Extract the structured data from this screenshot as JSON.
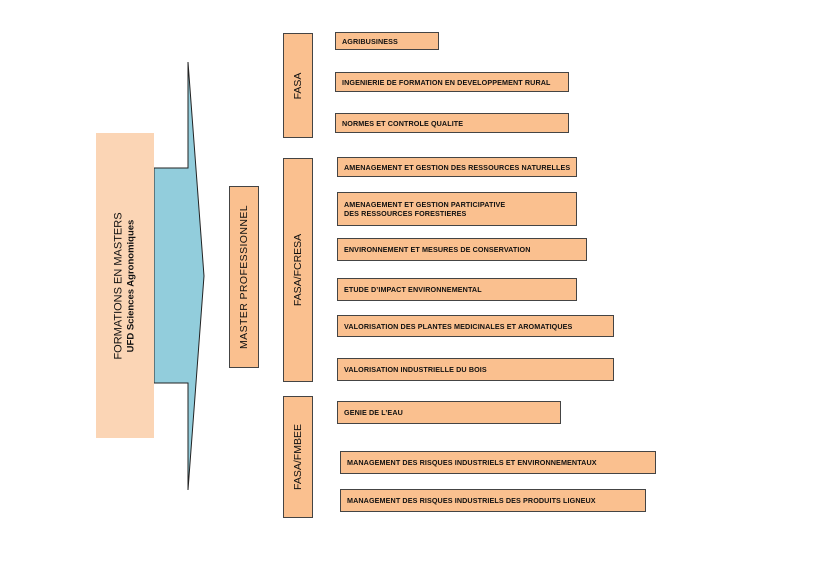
{
  "main": {
    "title": "FORMATIONS EN MASTERS",
    "subtitle": "UFD Sciences Agronomiques"
  },
  "master": {
    "label": "MASTER PROFESSIONNEL"
  },
  "groups": [
    {
      "label": "FASA",
      "items": [
        "AGRIBUSINESS",
        "INGENIERIE DE FORMATION EN DEVELOPPEMENT RURAL",
        "NORMES ET CONTROLE  QUALITE"
      ]
    },
    {
      "label": "FASA/FCRESA",
      "items": [
        "AMENAGEMENT ET GESTION DES RESSOURCES NATURELLES",
        "AMENAGEMENT ET GESTION PARTICIPATIVE  DES RESSOURCES FORESTIERES",
        "ENVIRONNEMENT ET MESURES DE CONSERVATION",
        "ETUDE D’IMPACT ENVIRONNEMENTAL",
        "VALORISATION DES PLANTES MEDICINALES ET AROMATIQUES",
        "VALORISATION INDUSTRIELLE DU BOIS"
      ]
    },
    {
      "label": "FASA/FMBEE",
      "items": [
        "GENIE DE L’EAU",
        "MANAGEMENT DES RISQUES INDUSTRIELS ET ENVIRONNEMENTAUX",
        "MANAGEMENT DES RISQUES INDUSTRIELS DES PRODUITS LIGNEUX"
      ]
    }
  ],
  "colors": {
    "main_box": "#fbd5b5",
    "arrow": "#92cddc",
    "boxes": "#fac08f"
  }
}
